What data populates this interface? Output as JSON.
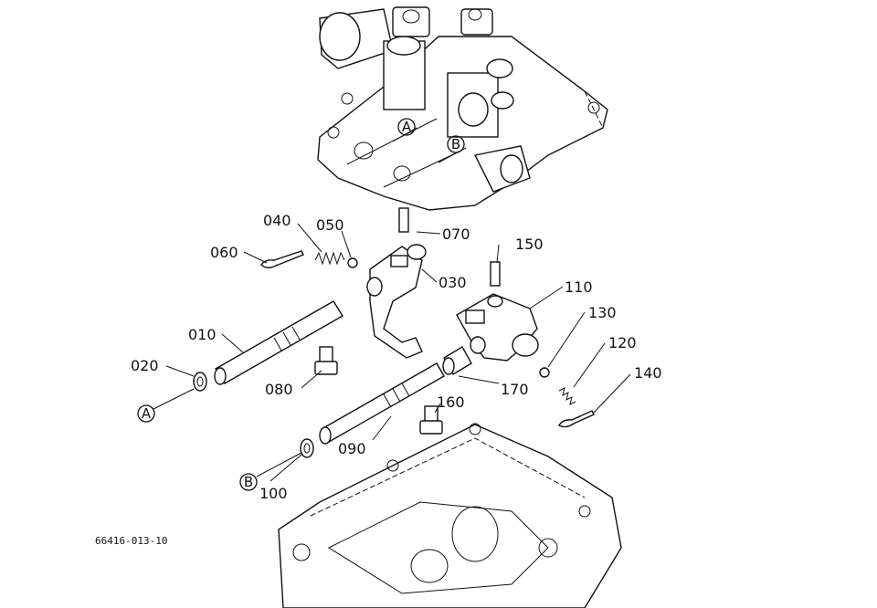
{
  "diagram": {
    "reference_code": "66416-013-10",
    "callouts": {
      "A": "A",
      "B": "B"
    },
    "parts": {
      "p010": "010",
      "p020": "020",
      "p030": "030",
      "p040": "040",
      "p050": "050",
      "p060": "060",
      "p070": "070",
      "p080": "080",
      "p090": "090",
      "p100": "100",
      "p110": "110",
      "p120": "120",
      "p130": "130",
      "p140": "140",
      "p150": "150",
      "p160": "160",
      "p170": "170"
    }
  }
}
